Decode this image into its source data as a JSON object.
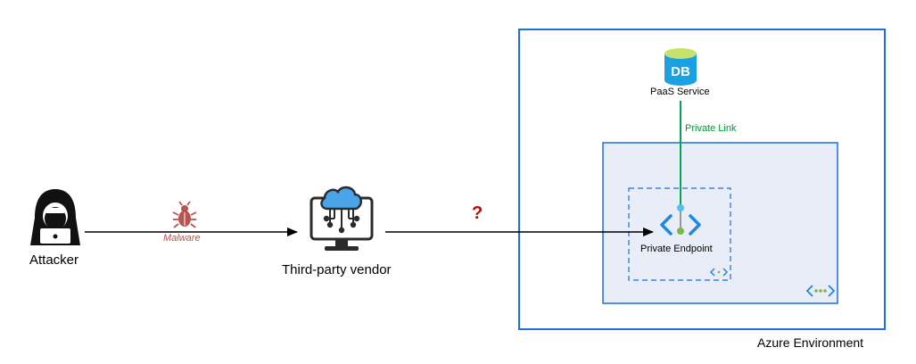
{
  "attacker": {
    "label": "Attacker",
    "icon": "hacker-icon"
  },
  "malware": {
    "label": "Malware",
    "icon": "bug-icon",
    "color": "#b85450"
  },
  "vendor": {
    "label": "Third-party vendor",
    "icon": "cloud-computer-icon"
  },
  "unknown_link": {
    "label": "?",
    "color": "#cc0000"
  },
  "paas": {
    "label": "PaaS Service",
    "badge": "DB",
    "icon": "database-icon",
    "color": "#1ba1e2"
  },
  "private_link": {
    "label": "Private Link",
    "color": "#009933"
  },
  "private_endpoint": {
    "label": "Private Endpoint",
    "icon": "private-endpoint-icon"
  },
  "azure": {
    "label": "Azure Environment",
    "border_color": "#1e6fd9"
  },
  "vnet": {
    "fill": "#e8edf7",
    "border_color": "#1e6fd9",
    "icon": "vnet-icon"
  },
  "subnet": {
    "icon": "subnet-icon"
  }
}
